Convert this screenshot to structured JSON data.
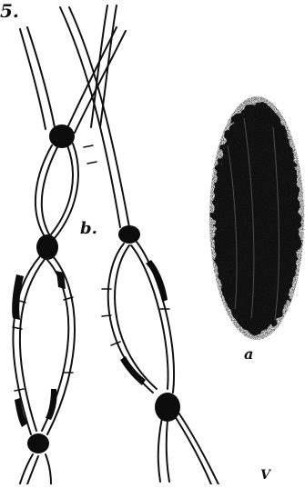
{
  "figure": {
    "number_label": "5.",
    "labels": {
      "b": "b.",
      "a": "a",
      "bottom_right": "V"
    }
  }
}
